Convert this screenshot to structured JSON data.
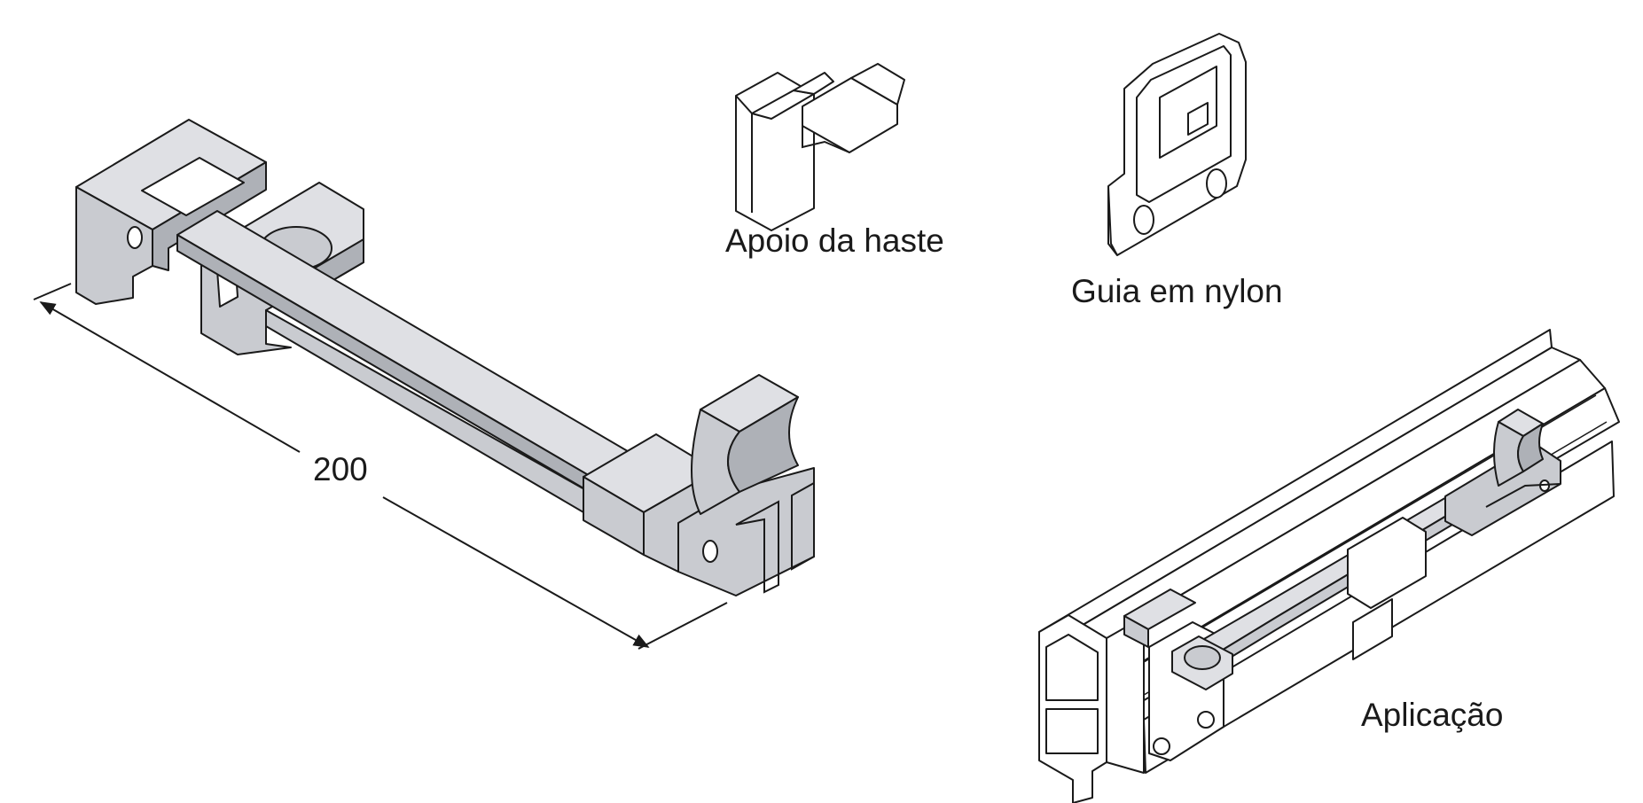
{
  "labels": {
    "dimension": "200",
    "rod_support": "Apoio da haste",
    "nylon_guide": "Guia em nylon",
    "application": "Aplicação"
  },
  "colors": {
    "part_fill": "#c9cbd0",
    "part_light": "#dfe0e4",
    "part_dark": "#aeb1b7",
    "outline": "#1a1a1a",
    "background": "#ffffff"
  }
}
